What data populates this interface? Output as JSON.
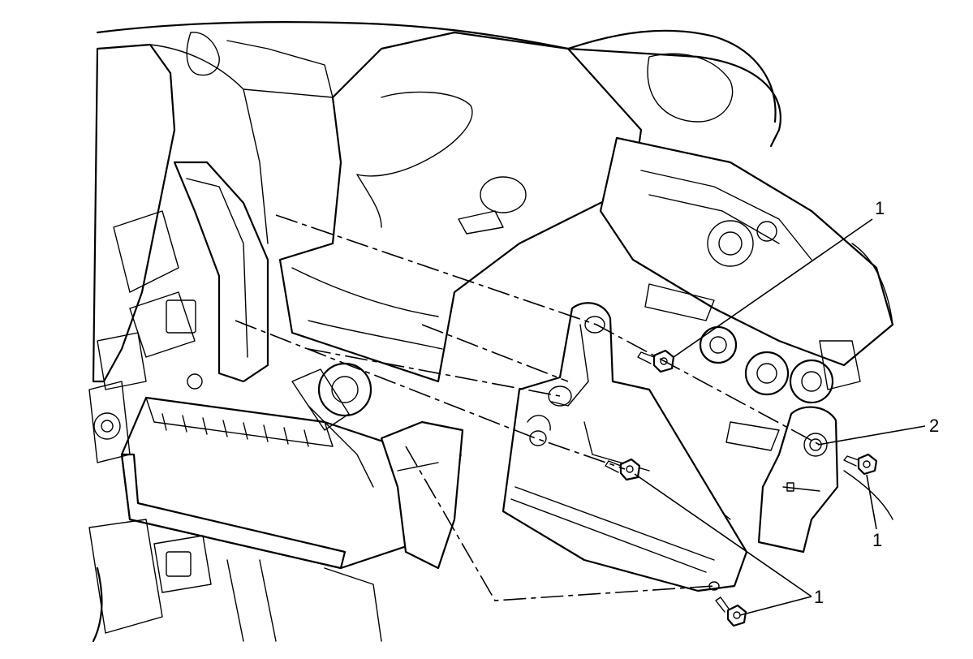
{
  "callouts": [
    {
      "id": "c1-top",
      "label": "1"
    },
    {
      "id": "c2-right",
      "label": "2"
    },
    {
      "id": "c1-right",
      "label": "1"
    },
    {
      "id": "c1-bottom",
      "label": "1"
    }
  ],
  "colors": {
    "line": "#000000",
    "background": "#ffffff"
  }
}
